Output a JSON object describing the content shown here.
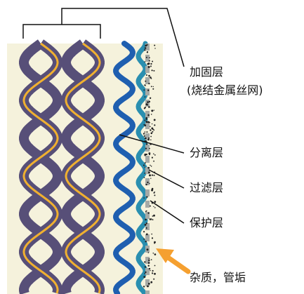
{
  "labels": {
    "reinforcement": "加固层",
    "reinforcement_detail": "(烧结金属丝网)",
    "separation": "分离层",
    "filtration": "过滤层",
    "protection": "保护层",
    "impurities": "杂质，管垢"
  },
  "colors": {
    "background_panel": "#f5f2dc",
    "mesh": "#574f78",
    "mesh_wire": "#f0b030",
    "separation_layer": "#1f5fb0",
    "filtration_layer": "#2a8fb0",
    "protection_layer": "#a6aaa6",
    "impurity_dots": "#222222",
    "arrow": "#f5a030",
    "leader_lines": "#111111"
  }
}
